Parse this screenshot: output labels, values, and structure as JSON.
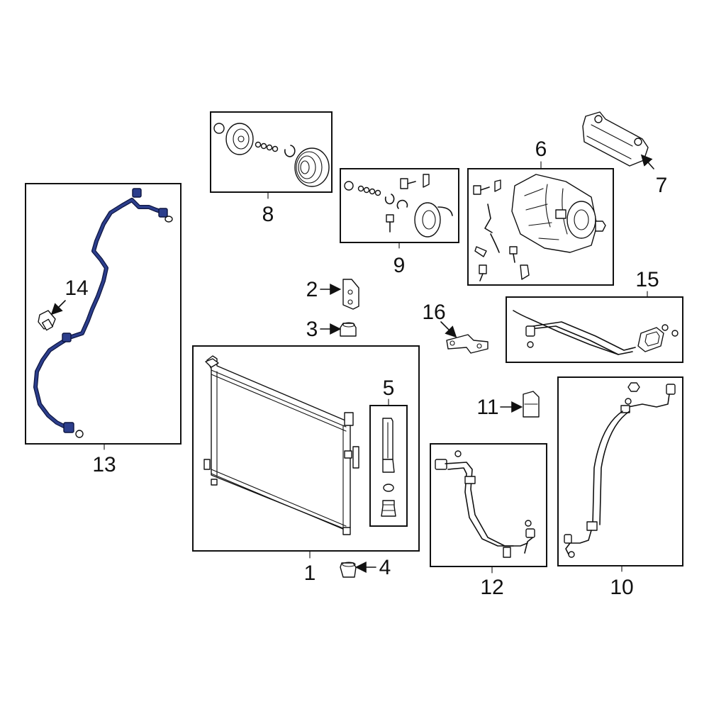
{
  "callouts": {
    "c1": "1",
    "c2": "2",
    "c3": "3",
    "c4": "4",
    "c5": "5",
    "c6": "6",
    "c7": "7",
    "c8": "8",
    "c9": "9",
    "c10": "10",
    "c11": "11",
    "c12": "12",
    "c13": "13",
    "c14": "14",
    "c15": "15",
    "c16": "16"
  },
  "colors": {
    "highlight_line": "#2c3e8c",
    "highlight_outline": "#0d1540",
    "linework": "#111111"
  }
}
